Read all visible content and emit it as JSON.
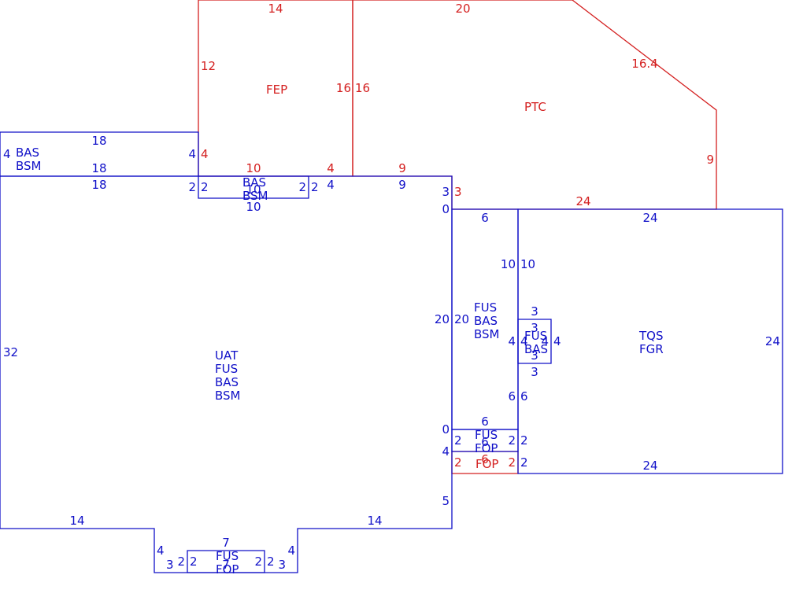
{
  "colors": {
    "blue": "#1010c8",
    "red": "#d42020"
  },
  "areas": [
    {
      "id": "fep",
      "color": "red",
      "lines": [
        "FEP"
      ]
    },
    {
      "id": "ptc",
      "color": "red",
      "lines": [
        "PTC"
      ]
    },
    {
      "id": "left-wing",
      "color": "blue",
      "lines": [
        "BAS",
        "BSM"
      ]
    },
    {
      "id": "top-bay",
      "color": "blue",
      "lines": [
        "BAS",
        "BSM"
      ]
    },
    {
      "id": "main",
      "color": "blue",
      "lines": [
        "UAT",
        "FUS",
        "BAS",
        "BSM"
      ]
    },
    {
      "id": "mid-strip",
      "color": "blue",
      "lines": [
        "FUS",
        "BAS",
        "BSM"
      ]
    },
    {
      "id": "tiny-box",
      "color": "blue",
      "lines": [
        "FUS",
        "BAS"
      ]
    },
    {
      "id": "tqs",
      "color": "blue",
      "lines": [
        "TQS",
        "FGR"
      ]
    },
    {
      "id": "fus-fop-small",
      "color": "blue",
      "lines": [
        "FUS",
        "FOP"
      ]
    },
    {
      "id": "fop-red",
      "color": "red",
      "lines": [
        "FOP"
      ]
    },
    {
      "id": "bottom-bay",
      "color": "blue",
      "lines": [
        "FUS",
        "FOP"
      ]
    }
  ],
  "dimensions": [
    {
      "id": "fep-top",
      "color": "red",
      "value": "14"
    },
    {
      "id": "ptc-top",
      "color": "red",
      "value": "20"
    },
    {
      "id": "ptc-diag",
      "color": "red",
      "value": "16.4"
    },
    {
      "id": "fep-left",
      "color": "red",
      "value": "12"
    },
    {
      "id": "fep-right",
      "color": "red",
      "value": "16"
    },
    {
      "id": "ptc-left",
      "color": "red",
      "value": "16"
    },
    {
      "id": "ptc-right",
      "color": "red",
      "value": "9"
    },
    {
      "id": "fep-bottom-left",
      "color": "red",
      "value": "4"
    },
    {
      "id": "fep-bottom-mid",
      "color": "red",
      "value": "10"
    },
    {
      "id": "fep-bottom-right",
      "color": "red",
      "value": "4"
    },
    {
      "id": "ptc-bottom-a",
      "color": "red",
      "value": "9"
    },
    {
      "id": "ptc-bottom-b",
      "color": "red",
      "value": "3"
    },
    {
      "id": "ptc-bottom-c",
      "color": "red",
      "value": "24"
    },
    {
      "id": "wing-top",
      "color": "blue",
      "value": "18"
    },
    {
      "id": "wing-left",
      "color": "blue",
      "value": "4"
    },
    {
      "id": "wing-bottom",
      "color": "blue",
      "value": "18"
    },
    {
      "id": "wing-right",
      "color": "blue",
      "value": "4"
    },
    {
      "id": "main-top-left",
      "color": "blue",
      "value": "18"
    },
    {
      "id": "bay-left-outer",
      "color": "blue",
      "value": "2"
    },
    {
      "id": "bay-left-inner",
      "color": "blue",
      "value": "2"
    },
    {
      "id": "bay-top",
      "color": "blue",
      "value": "10"
    },
    {
      "id": "bay-right-inner",
      "color": "blue",
      "value": "2"
    },
    {
      "id": "bay-right-outer",
      "color": "blue",
      "value": "2"
    },
    {
      "id": "bay-bottom",
      "color": "blue",
      "value": "10"
    },
    {
      "id": "main-top-4",
      "color": "blue",
      "value": "4"
    },
    {
      "id": "main-top-9",
      "color": "blue",
      "value": "9"
    },
    {
      "id": "main-right-3",
      "color": "blue",
      "value": "3"
    },
    {
      "id": "main-right-0",
      "color": "blue",
      "value": "0"
    },
    {
      "id": "main-left",
      "color": "blue",
      "value": "32"
    },
    {
      "id": "main-right-20",
      "color": "blue",
      "value": "20"
    },
    {
      "id": "main-right-0b",
      "color": "blue",
      "value": "0"
    },
    {
      "id": "main-right-4",
      "color": "blue",
      "value": "4"
    },
    {
      "id": "main-right-5",
      "color": "blue",
      "value": "5"
    },
    {
      "id": "main-bottom-left",
      "color": "blue",
      "value": "14"
    },
    {
      "id": "main-bottom-right",
      "color": "blue",
      "value": "14"
    },
    {
      "id": "notch-left-4",
      "color": "blue",
      "value": "4"
    },
    {
      "id": "notch-left-3",
      "color": "blue",
      "value": "3"
    },
    {
      "id": "notch-left-2",
      "color": "blue",
      "value": "2"
    },
    {
      "id": "bbay-left",
      "color": "blue",
      "value": "2"
    },
    {
      "id": "bbay-top",
      "color": "blue",
      "value": "7"
    },
    {
      "id": "bbay-bottom",
      "color": "blue",
      "value": "7"
    },
    {
      "id": "bbay-right",
      "color": "blue",
      "value": "2"
    },
    {
      "id": "notch-right-2",
      "color": "blue",
      "value": "2"
    },
    {
      "id": "notch-right-3",
      "color": "blue",
      "value": "3"
    },
    {
      "id": "notch-right-4",
      "color": "blue",
      "value": "4"
    },
    {
      "id": "strip-top",
      "color": "blue",
      "value": "6"
    },
    {
      "id": "strip-left",
      "color": "blue",
      "value": "20"
    },
    {
      "id": "strip-right-10",
      "color": "blue",
      "value": "10"
    },
    {
      "id": "tqs-left-10",
      "color": "blue",
      "value": "10"
    },
    {
      "id": "tiny-top-outer",
      "color": "blue",
      "value": "3"
    },
    {
      "id": "tiny-top-inner",
      "color": "blue",
      "value": "3"
    },
    {
      "id": "tiny-left-outer",
      "color": "blue",
      "value": "4"
    },
    {
      "id": "tiny-left-inner",
      "color": "blue",
      "value": "4"
    },
    {
      "id": "tiny-right-inner",
      "color": "blue",
      "value": "4"
    },
    {
      "id": "tiny-right-outer",
      "color": "blue",
      "value": "4"
    },
    {
      "id": "tiny-bottom-inner",
      "color": "blue",
      "value": "3"
    },
    {
      "id": "tiny-bottom-outer",
      "color": "blue",
      "value": "3"
    },
    {
      "id": "strip-right-6",
      "color": "blue",
      "value": "6"
    },
    {
      "id": "tqs-left-6",
      "color": "blue",
      "value": "6"
    },
    {
      "id": "small-top",
      "color": "blue",
      "value": "6"
    },
    {
      "id": "small-left",
      "color": "blue",
      "value": "2"
    },
    {
      "id": "small-mid",
      "color": "blue",
      "value": "6"
    },
    {
      "id": "small-right",
      "color": "blue",
      "value": "2"
    },
    {
      "id": "tqs-left-2",
      "color": "blue",
      "value": "2"
    },
    {
      "id": "fop-left",
      "color": "red",
      "value": "2"
    },
    {
      "id": "fop-bottom",
      "color": "red",
      "value": "6"
    },
    {
      "id": "fop-right",
      "color": "red",
      "value": "2"
    },
    {
      "id": "tqs-left-2b",
      "color": "blue",
      "value": "2"
    },
    {
      "id": "tqs-top",
      "color": "blue",
      "value": "24"
    },
    {
      "id": "tqs-right",
      "color": "blue",
      "value": "24"
    },
    {
      "id": "tqs-bottom",
      "color": "blue",
      "value": "24"
    }
  ]
}
